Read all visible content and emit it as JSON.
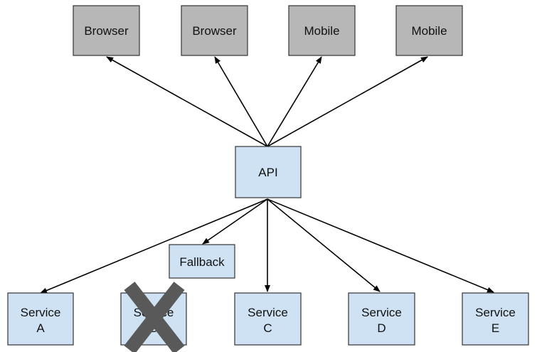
{
  "colors": {
    "client_fill": "#b7b7b7",
    "service_fill": "#cfe2f3",
    "box_border": "#333333",
    "edge": "#000000",
    "failure_mark": "#595959"
  },
  "clients": [
    {
      "label": "Browser"
    },
    {
      "label": "Browser"
    },
    {
      "label": "Mobile"
    },
    {
      "label": "Mobile"
    }
  ],
  "api": {
    "label": "API"
  },
  "fallback": {
    "label": "Fallback"
  },
  "services": [
    {
      "line1": "Service",
      "line2": "A",
      "failed": false
    },
    {
      "line1": "Service",
      "line2": "B",
      "failed": true
    },
    {
      "line1": "Service",
      "line2": "C",
      "failed": false
    },
    {
      "line1": "Service",
      "line2": "D",
      "failed": false
    },
    {
      "line1": "Service",
      "line2": "E",
      "failed": false
    }
  ],
  "failure_icon": "x-mark-icon"
}
